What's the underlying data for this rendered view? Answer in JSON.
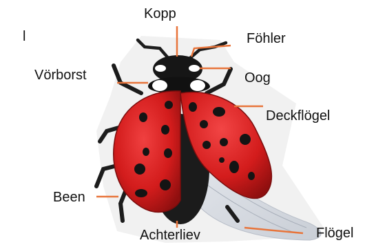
{
  "stray_mark": "l",
  "labels": {
    "head": "Kopp",
    "antenna": "Föhler",
    "pronotum": "Vörborst",
    "eye": "Oog",
    "elytron": "Deckflögel",
    "leg": "Been",
    "abdomen": "Achterliev",
    "wing": "Flögel"
  },
  "colors": {
    "leader": "#e8743a",
    "elytra": "#d31c1c",
    "spots": "#141414",
    "body": "#1b1b1b"
  }
}
